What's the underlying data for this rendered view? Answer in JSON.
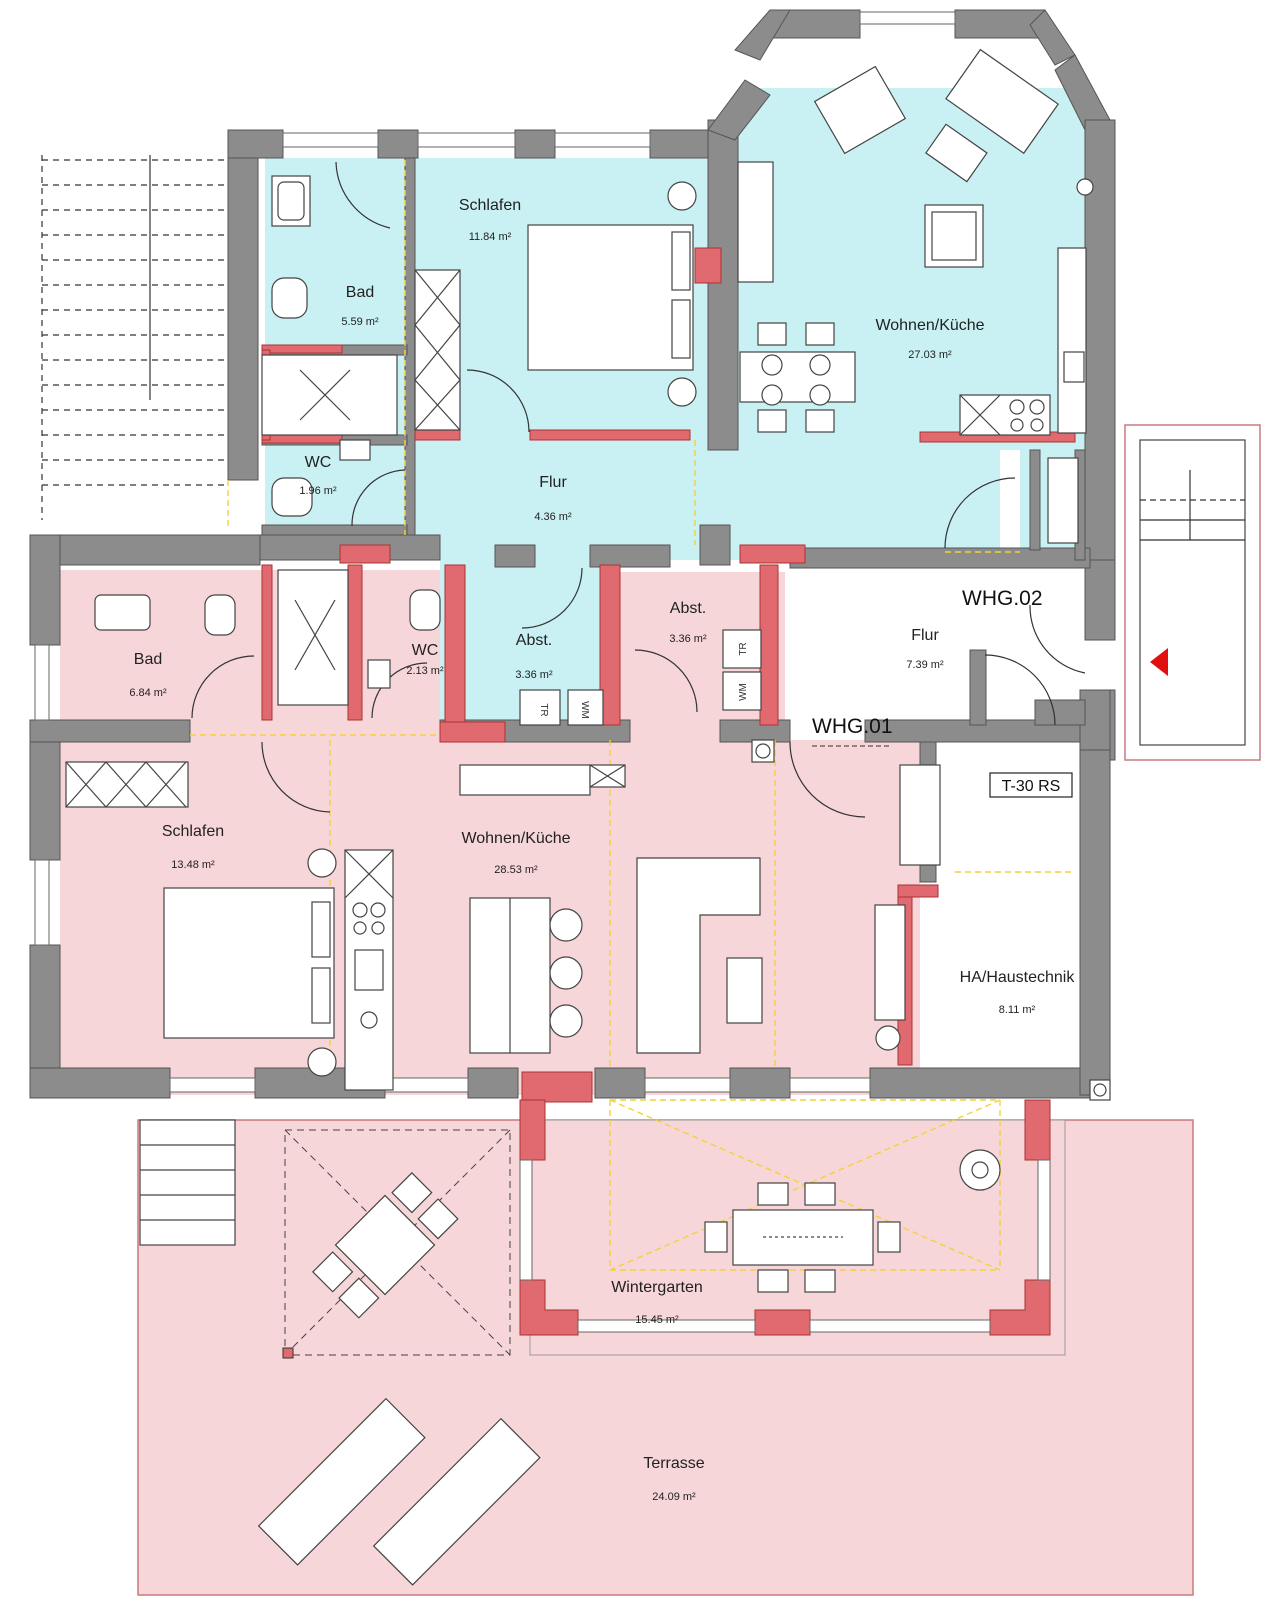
{
  "units": {
    "whg02": "WHG.02",
    "whg01": "WHG.01"
  },
  "door_label": "T-30 RS",
  "rooms": {
    "schlafen_top": {
      "name": "Schlafen",
      "area": "11.84 m²"
    },
    "bad_top": {
      "name": "Bad",
      "area": "5.59 m²"
    },
    "wc_top": {
      "name": "WC",
      "area": "1.96 m²"
    },
    "flur_top": {
      "name": "Flur",
      "area": "4.36 m²"
    },
    "wohnen_top": {
      "name": "Wohnen/Küche",
      "area": "27.03 m²"
    },
    "abst_mid_left": {
      "name": "Abst.",
      "area": "3.36 m²"
    },
    "abst_mid_right": {
      "name": "Abst.",
      "area": "3.36 m²"
    },
    "flur_right": {
      "name": "Flur",
      "area": "7.39 m²"
    },
    "bad_bottom": {
      "name": "Bad",
      "area": "6.84 m²"
    },
    "wc_bottom": {
      "name": "WC",
      "area": "2.13 m²"
    },
    "schlafen_bottom": {
      "name": "Schlafen",
      "area": "13.48 m²"
    },
    "wohnen_bottom": {
      "name": "Wohnen/Küche",
      "area": "28.53 m²"
    },
    "haustechnik": {
      "name": "HA/Haustechnik",
      "area": "8.11 m²"
    },
    "wintergarten": {
      "name": "Wintergarten",
      "area": "15.45 m²"
    },
    "terrasse": {
      "name": "Terrasse",
      "area": "24.09 m²"
    }
  },
  "small_labels": {
    "tr": "TR",
    "wm": "WM",
    "tr2": "TR",
    "wm2": "WM"
  },
  "colors": {
    "blue_zone": "#c9f1f3",
    "pink_zone": "#f6d6d8",
    "wall": "#8c8c8c",
    "red_wall": "#e06a6f",
    "entrance_arrow": "#e01010"
  }
}
